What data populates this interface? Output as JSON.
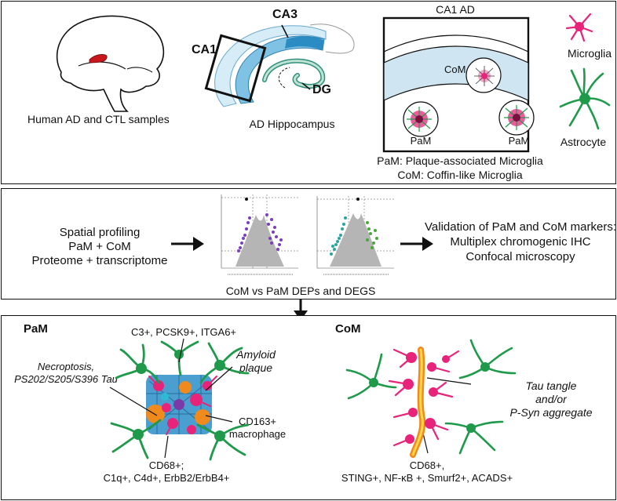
{
  "top": {
    "human_label": "Human AD and CTL samples",
    "hippo_label": "AD Hippocampus",
    "ca1": "CA1",
    "ca3": "CA3",
    "dg": "DG",
    "box_title": "CA1 AD",
    "com_inner": "CoM",
    "pam_left": "PaM",
    "pam_right": "PaM",
    "microglia": "Microglia",
    "astrocyte": "Astrocyte",
    "def_pam": "PaM: Plaque-associated Microglia",
    "def_com": "CoM: Coffin-like Microglia",
    "colors": {
      "microglia": "#e8237a",
      "astrocyte": "#1f9a4a",
      "region_blue": "#3b9fd1"
    }
  },
  "middle": {
    "left_lines": [
      "Spatial profiling",
      "PaM + CoM",
      "Proteome + transcriptome"
    ],
    "right_lines": [
      "Validation of PaM and CoM markers:",
      "Multiplex chromogenic IHC",
      "Confocal microscopy"
    ],
    "caption": "CoM vs PaM DEPs and DEGS",
    "volcano_colors": {
      "left_plot": "#7b3fb8",
      "right_plot_a": "#2aa6a0",
      "right_plot_b": "#4aa83a",
      "ns": "#b5b5b5"
    }
  },
  "bottom": {
    "pam_title": "PaM",
    "com_title": "CoM",
    "pam_top": "C3+, PCSK9+, ITGA6+",
    "necro_1": "Necroptosis,",
    "necro_2": "PS202/S205/S396 Tau",
    "amyloid_1": "Amyloid",
    "amyloid_2": "plaque",
    "cd163_1": "CD163+",
    "cd163_2": "macrophage",
    "pam_bottom_1": "CD68+;",
    "pam_bottom_2": "C1q+, C4d+, ErbB2/ErbB4+",
    "tau_1": "Tau tangle",
    "tau_2": "and/or",
    "tau_3": "P-Syn aggregate",
    "com_bottom_1": "CD68+,",
    "com_bottom_2": "STING+, NF-κB +, Smurf2+, ACADS+"
  }
}
